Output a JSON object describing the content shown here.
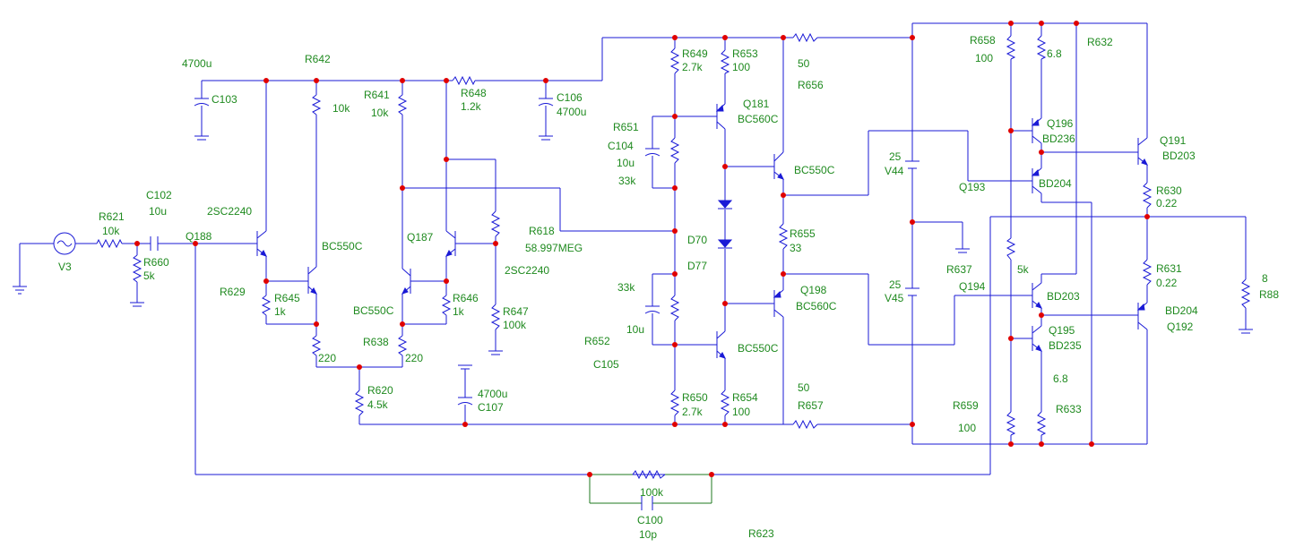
{
  "colors": {
    "wire": "#1a1ad6",
    "wire_green": "#1f7a1f",
    "label": "#1f8a1f",
    "node": "#e00000",
    "background": "#ffffff"
  },
  "labels": {
    "c103_val": "4700u",
    "c103": "C103",
    "r642": "R642",
    "r641": "R641",
    "r641_val": "10k",
    "r642_val": "10k",
    "r648": "R648",
    "r648_val": "1.2k",
    "c106": "C106",
    "c106_val": "4700u",
    "c102": "C102",
    "c102_val": "10u",
    "r621": "R621",
    "r621_val": "10k",
    "v3": "V3",
    "r660": "R660",
    "r660_val": "5k",
    "q188": "Q188",
    "q188_type": "2SC2240",
    "bc550c_a": "BC550C",
    "r629": "R629",
    "r645": "R645",
    "r645_val": "1k",
    "r638": "R638",
    "r638_val": "220",
    "r629_val": "220",
    "bc550c_b": "BC550C",
    "q187": "Q187",
    "r646": "R646",
    "r646_val": "1k",
    "r647": "R647",
    "r647_val": "100k",
    "q187_type": "2SC2240",
    "r618": "R618",
    "r618_val": "58.997MEG",
    "r620": "R620",
    "r620_val": "4.5k",
    "c107": "C107",
    "c107_val": "4700u",
    "r649": "R649",
    "r649_val": "2.7k",
    "r653": "R653",
    "r653_val": "100",
    "r651": "R651",
    "c104": "C104",
    "c104_val": "10u",
    "c104_r": "33k",
    "q181": "Q181",
    "q181_type": "BC560C",
    "bc550c_c": "BC550C",
    "d70": "D70",
    "d77": "D77",
    "r652_r": "33k",
    "r652_c": "10u",
    "r652": "R652",
    "c105": "C105",
    "bc550c_d": "BC550C",
    "q198": "Q198",
    "q198_type": "BC560C",
    "r650": "R650",
    "r650_val": "2.7k",
    "r654": "R654",
    "r654_val": "100",
    "r656_val": "50",
    "r656": "R656",
    "r657_val": "50",
    "r657": "R657",
    "r655": "R655",
    "r655_val": "33",
    "v44_val": "25",
    "v44": "V44",
    "v45_val": "25",
    "v45": "V45",
    "r637": "R637",
    "r658": "R658",
    "r658_val": "100",
    "r632_val": "6.8",
    "r632": "R632",
    "q196": "Q196",
    "q196_type": "BD236",
    "q191": "Q191",
    "q191_type": "BD203",
    "q193": "Q193",
    "q193_type": "BD204",
    "r630": "R630",
    "r630_val": "0.22",
    "r637_val": "5k",
    "q194": "Q194",
    "q194_type": "BD203",
    "r631": "R631",
    "r631_val": "0.22",
    "q195": "Q195",
    "q195_type": "BD235",
    "q192_type": "BD204",
    "q192": "Q192",
    "r633_val": "6.8",
    "r633": "R633",
    "r659": "R659",
    "r659_val": "100",
    "r88_val": "8",
    "r88": "R88",
    "r623_val": "100k",
    "c100": "C100",
    "c100_val": "10p",
    "r623": "R623"
  }
}
